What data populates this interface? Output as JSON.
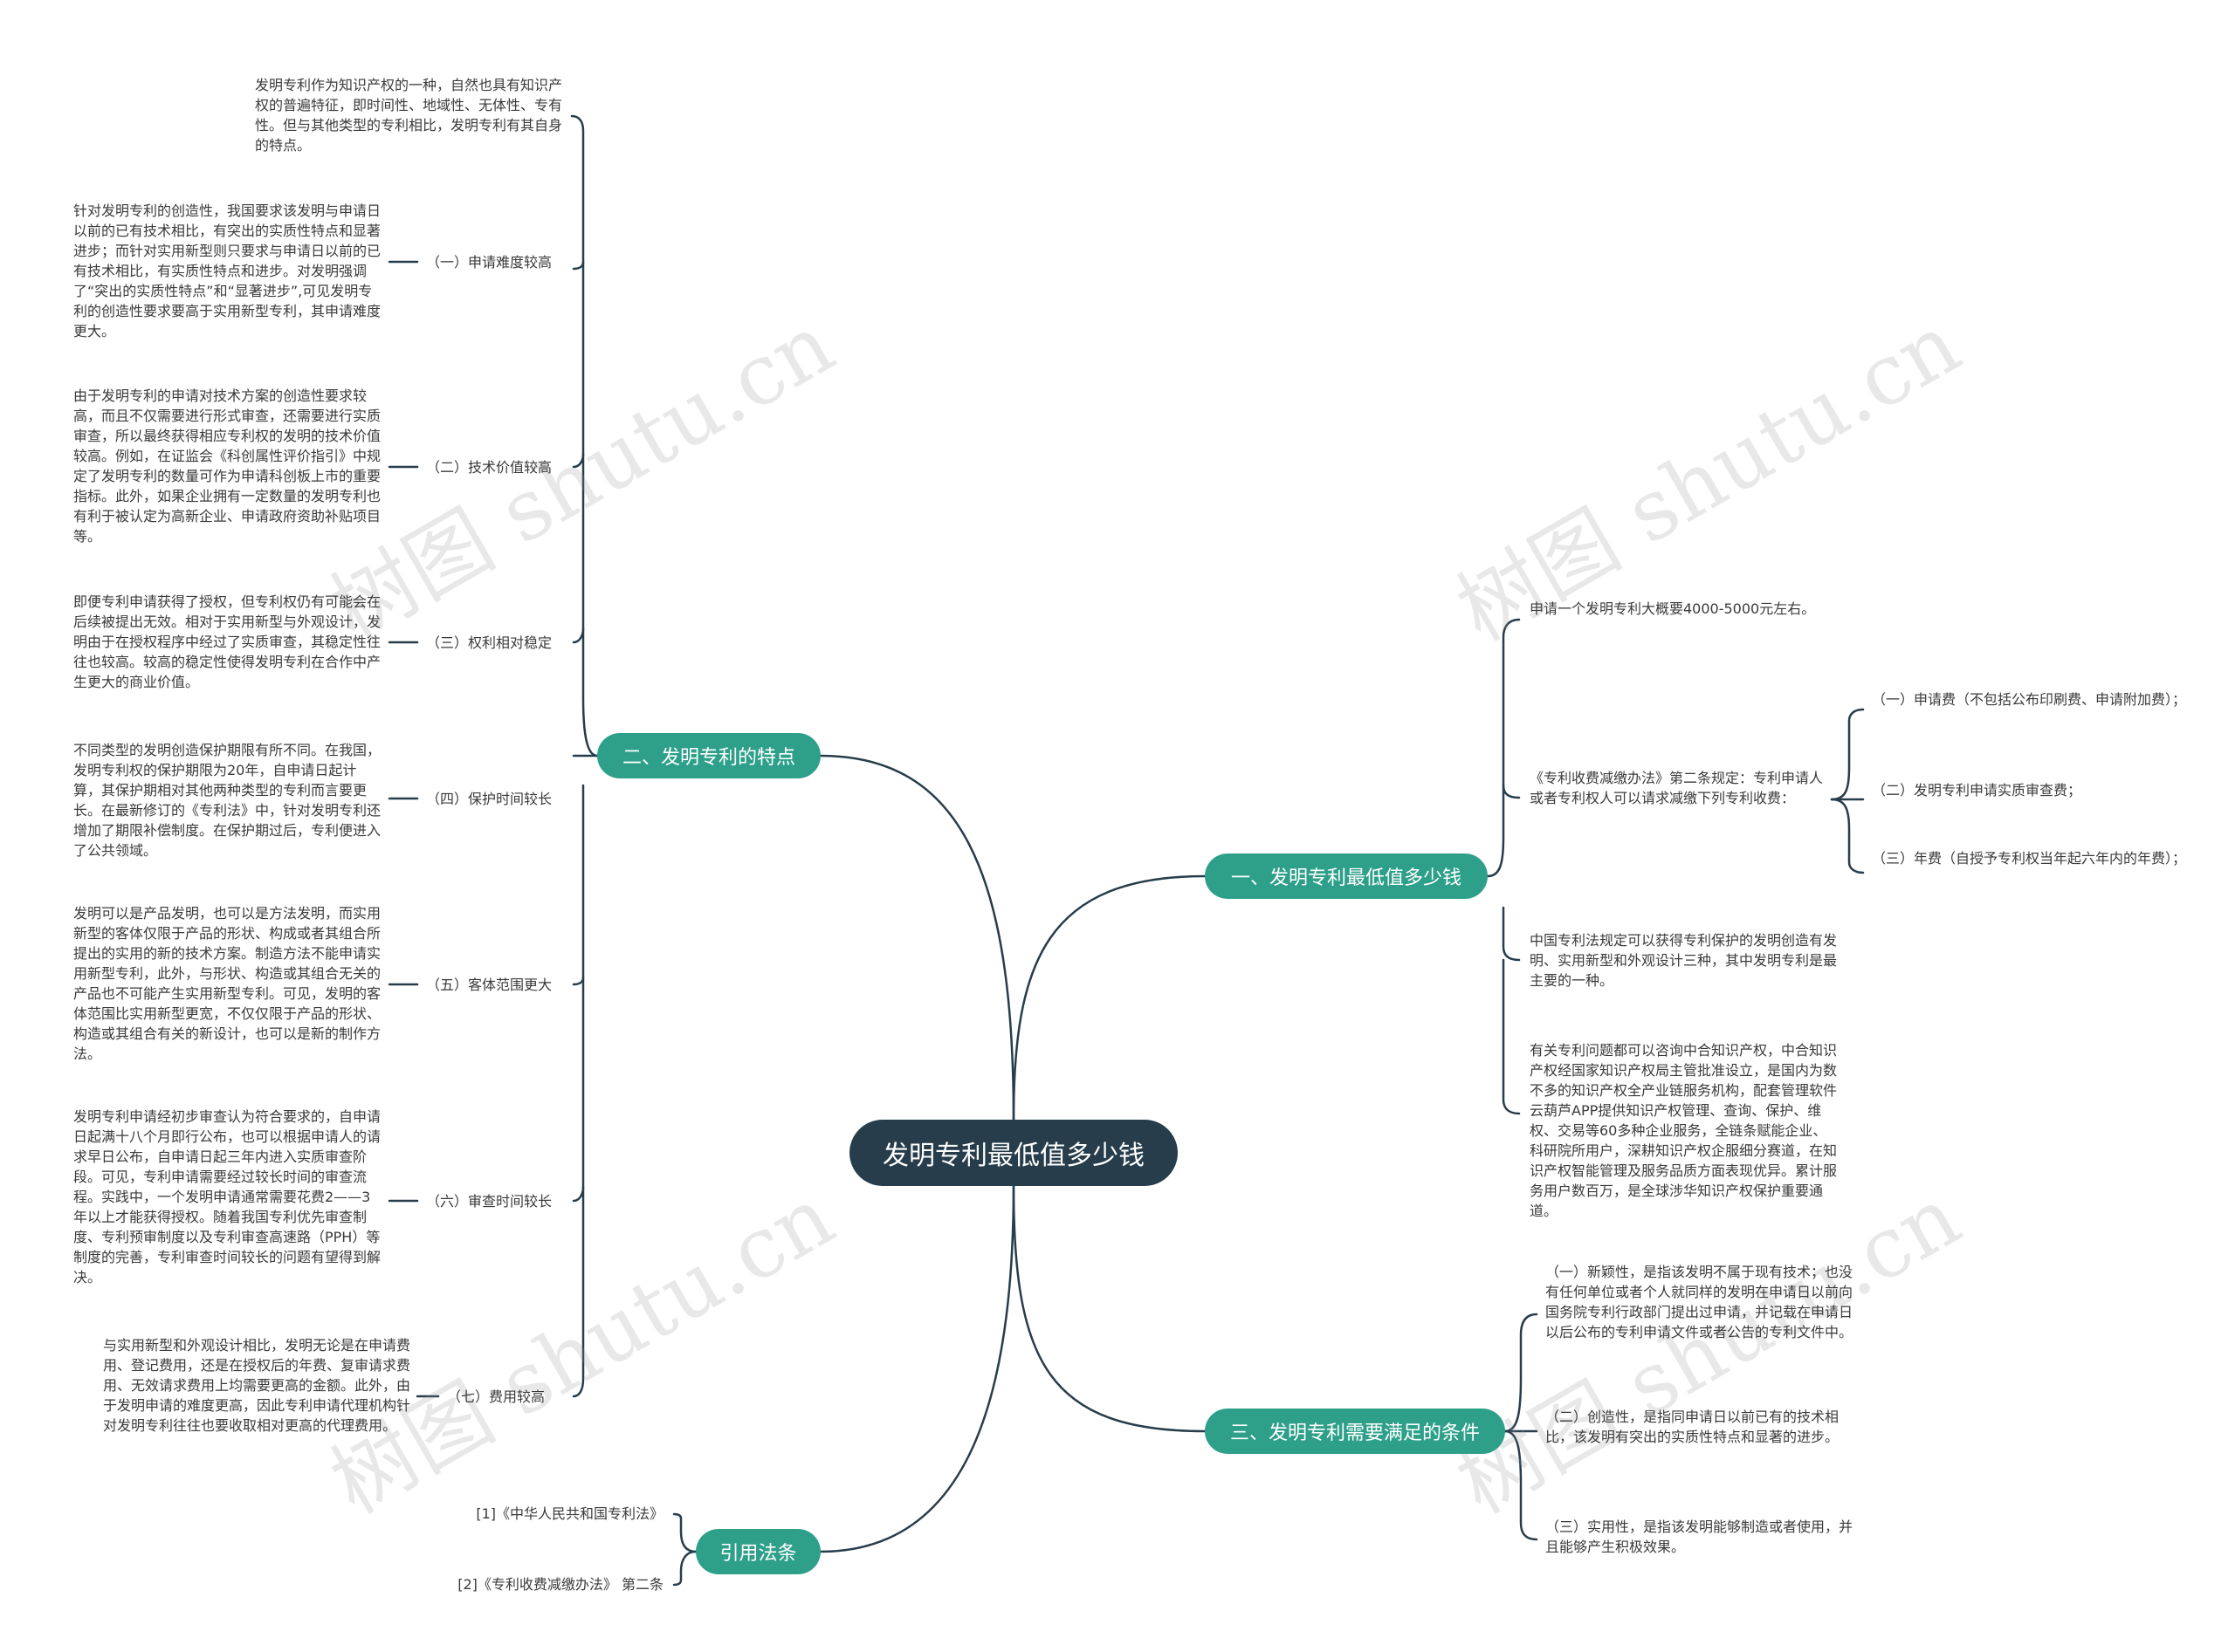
{
  "root": "发明专利最低值多少钱",
  "watermark": "树图 shutu.cn",
  "colors": {
    "root": "#273d4b",
    "branch": "#2ea08a",
    "line": "#273d4b"
  },
  "left": {
    "features": {
      "label": "二、发明专利的特点",
      "intro": "发明专利作为知识产权的一种，自然也具有知识产权的普遍特征，即时间性、地域性、无体性、专有性。但与其他类型的专利相比，发明专利有其自身的特点。",
      "items": [
        {
          "label": "（一）申请难度较高",
          "text": "针对发明专利的创造性，我国要求该发明与申请日以前的已有技术相比，有突出的实质性特点和显著进步；而针对实用新型则只要求与申请日以前的已有技术相比，有实质性特点和进步。对发明强调了“突出的实质性特点”和“显著进步”,可见发明专利的创造性要求要高于实用新型专利，其申请难度更大。"
        },
        {
          "label": "（二）技术价值较高",
          "text": "由于发明专利的申请对技术方案的创造性要求较高，而且不仅需要进行形式审查，还需要进行实质审查，所以最终获得相应专利权的发明的技术价值较高。例如，在证监会《科创属性评价指引》中规定了发明专利的数量可作为申请科创板上市的重要指标。此外，如果企业拥有一定数量的发明专利也有利于被认定为高新企业、申请政府资助补贴项目等。"
        },
        {
          "label": "（三）权利相对稳定",
          "text": "即便专利申请获得了授权，但专利权仍有可能会在后续被提出无效。相对于实用新型与外观设计，发明由于在授权程序中经过了实质审查，其稳定性往往也较高。较高的稳定性使得发明专利在合作中产生更大的商业价值。"
        },
        {
          "label": "（四）保护时间较长",
          "text": "不同类型的发明创造保护期限有所不同。在我国，发明专利权的保护期限为20年，自申请日起计算，其保护期相对其他两种类型的专利而言要更长。在最新修订的《专利法》中，针对发明专利还增加了期限补偿制度。在保护期过后，专利便进入了公共领域。"
        },
        {
          "label": "（五）客体范围更大",
          "text": "发明可以是产品发明，也可以是方法发明，而实用新型的客体仅限于产品的形状、构成或者其组合所提出的实用的新的技术方案。制造方法不能申请实用新型专利，此外，与形状、构造或其组合无关的产品也不可能产生实用新型专利。可见，发明的客体范围比实用新型更宽，不仅仅限于产品的形状、构造或其组合有关的新设计，也可以是新的制作方法。"
        },
        {
          "label": "（六）审查时间较长",
          "text": "发明专利申请经初步审查认为符合要求的，自申请日起满十八个月即行公布，也可以根据申请人的请求早日公布，自申请日起三年内进入实质审查阶段。可见，专利申请需要经过较长时间的审查流程。实践中，一个发明申请通常需要花费2——3年以上才能获得授权。随着我国专利优先审查制度、专利预审制度以及专利审查高速路（PPH）等制度的完善，专利审查时间较长的问题有望得到解决。"
        },
        {
          "label": "（七）费用较高",
          "text": "与实用新型和外观设计相比，发明无论是在申请费用、登记费用，还是在授权后的年费、复审请求费用、无效请求费用上均需要更高的金额。此外，由于发明申请的难度更高，因此专利申请代理机构针对发明专利往往也要收取相对更高的代理费用。"
        }
      ]
    },
    "laws": {
      "label": "引用法条",
      "items": [
        "[1]《中华人民共和国专利法》",
        "[2]《专利收费减缴办法》 第二条"
      ]
    }
  },
  "right": {
    "cost": {
      "label": "一、发明专利最低值多少钱",
      "price": "申请一个发明专利大概要4000-5000元左右。",
      "fee_rule": "《专利收费减缴办法》第二条规定：专利申请人或者专利权人可以请求减缴下列专利收费：",
      "fees": [
        "（一）申请费（不包括公布印刷费、申请附加费）；",
        "（二）发明专利申请实质审查费；",
        "（三）年费（自授予专利权当年起六年内的年费）；"
      ],
      "types": "中国专利法规定可以获得专利保护的发明创造有发明、实用新型和外观设计三种，其中发明专利是最主要的一种。",
      "consult": "有关专利问题都可以咨询中合知识产权，中合知识产权经国家知识产权局主管批准设立，是国内为数不多的知识产权全产业链服务机构，配套管理软件云葫芦APP提供知识产权管理、查询、保护、维权、交易等60多种企业服务，全链条赋能企业、科研院所用户，深耕知识产权企服细分赛道，在知识产权智能管理及服务品质方面表现优异。累计服务用户数百万，是全球涉华知识产权保护重要通道。"
    },
    "conditions": {
      "label": "三、发明专利需要满足的条件",
      "items": [
        "（一）新颖性，是指该发明不属于现有技术；也没有任何单位或者个人就同样的发明在申请日以前向国务院专利行政部门提出过申请，并记载在申请日以后公布的专利申请文件或者公告的专利文件中。",
        "（二）创造性，是指同申请日以前已有的技术相比，该发明有突出的实质性特点和显著的进步。",
        "（三）实用性，是指该发明能够制造或者使用，并且能够产生积极效果。"
      ]
    }
  }
}
